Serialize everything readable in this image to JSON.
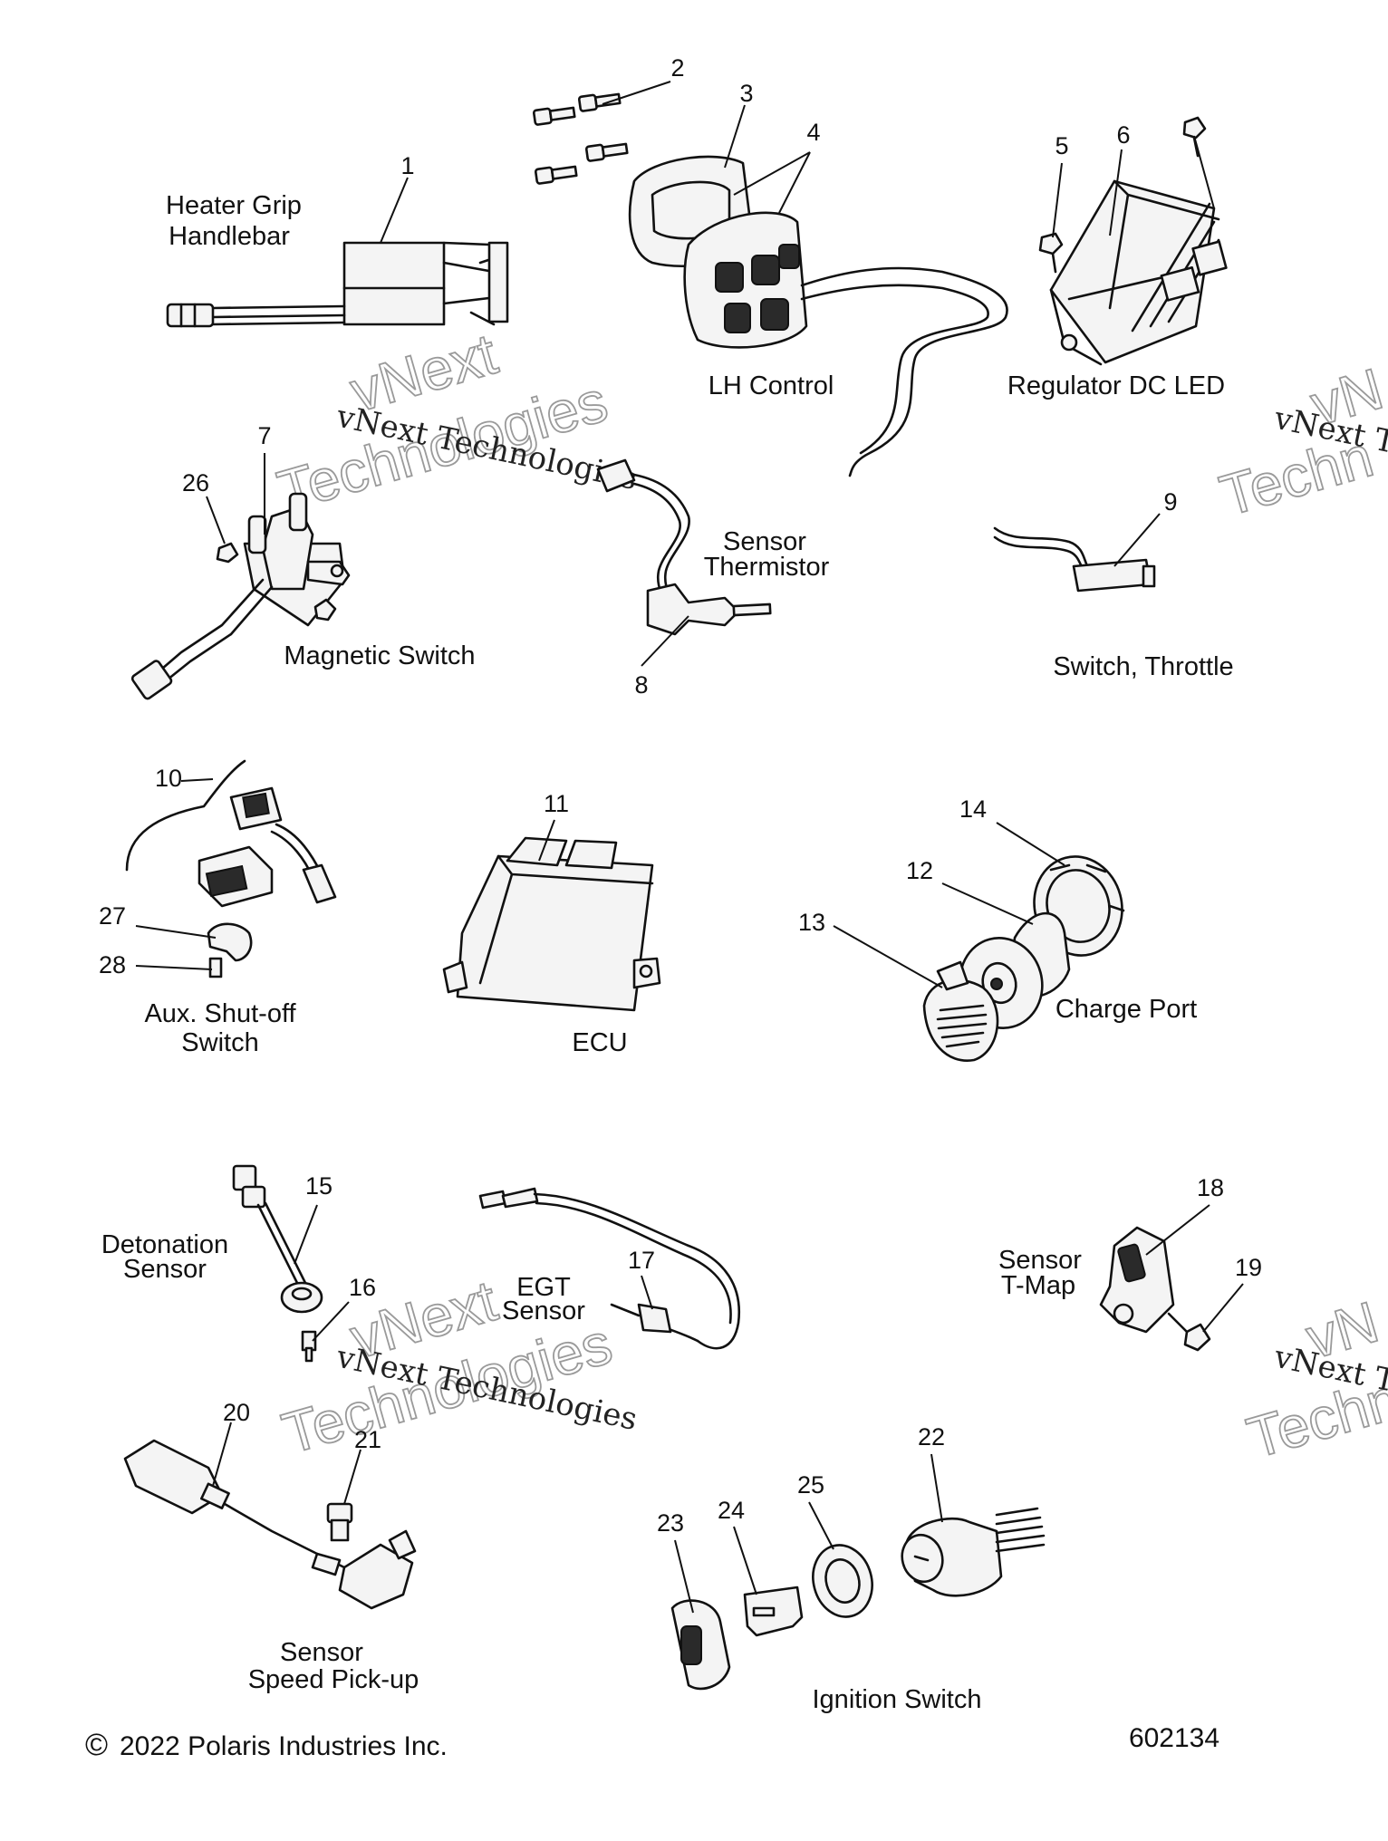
{
  "callouts": {
    "n1": "1",
    "n2": "2",
    "n3": "3",
    "n4": "4",
    "n5": "5",
    "n6": "6",
    "n7": "7",
    "n8": "8",
    "n9": "9",
    "n10": "10",
    "n11": "11",
    "n12": "12",
    "n13": "13",
    "n14": "14",
    "n15": "15",
    "n16": "16",
    "n17": "17",
    "n18": "18",
    "n19": "19",
    "n20": "20",
    "n21": "21",
    "n22": "22",
    "n23": "23",
    "n24": "24",
    "n25": "25",
    "n26": "26",
    "n27": "27",
    "n28": "28"
  },
  "labels": {
    "heater_grip_1": "Heater Grip",
    "heater_grip_2": "Handlebar",
    "lh_control": "LH Control",
    "regulator": "Regulator DC LED",
    "magnetic_switch": "Magnetic Switch",
    "sensor_thermistor_1": "Sensor",
    "sensor_thermistor_2": "Thermistor",
    "switch_throttle": "Switch, Throttle",
    "aux_shutoff_1": "Aux. Shut-off",
    "aux_shutoff_2": "Switch",
    "ecu": "ECU",
    "charge_port": "Charge Port",
    "detonation_1": "Detonation",
    "detonation_2": "Sensor",
    "egt_1": "EGT",
    "egt_2": "Sensor",
    "tmap_1": "Sensor",
    "tmap_2": "T-Map",
    "speed_1": "Sensor",
    "speed_2": "Speed Pick-up",
    "ignition": "Ignition Switch"
  },
  "watermark": {
    "serif": "vNext Technologies",
    "outline_1": "vNext",
    "outline_2": "Technologies",
    "edge_serif": "vNext Te",
    "edge_outline_1": "vN",
    "edge_outline_2": "Techn"
  },
  "footer": {
    "copyright_symbol": "©",
    "copyright": "2022 Polaris Industries Inc.",
    "diagram_number": "602134"
  }
}
